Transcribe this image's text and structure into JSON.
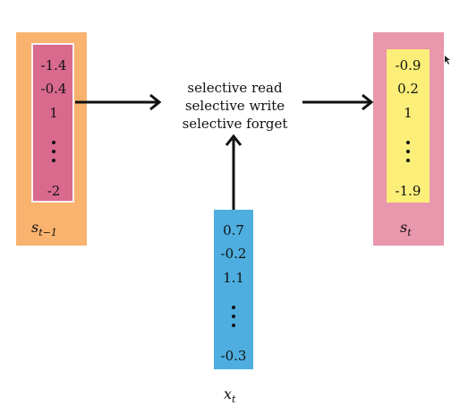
{
  "left_state": {
    "values": [
      "-1.4",
      "-0.4",
      "1",
      "-2"
    ],
    "label_base": "s",
    "label_sub": "t−1"
  },
  "right_state": {
    "values": [
      "-0.9",
      "0.2",
      "1",
      "-1.9"
    ],
    "label_base": "s",
    "label_sub": "t"
  },
  "input": {
    "values": [
      "0.7",
      "-0.2",
      "1.1",
      "-0.3"
    ],
    "label_base": "x",
    "label_sub": "t"
  },
  "operations": [
    "selective read",
    "selective write",
    "selective forget"
  ],
  "colors": {
    "left_outer": "#f9b36e",
    "left_inner": "#d96a8e",
    "right_outer": "#e997ad",
    "right_inner": "#fbee79",
    "input_box": "#4eaee0"
  }
}
